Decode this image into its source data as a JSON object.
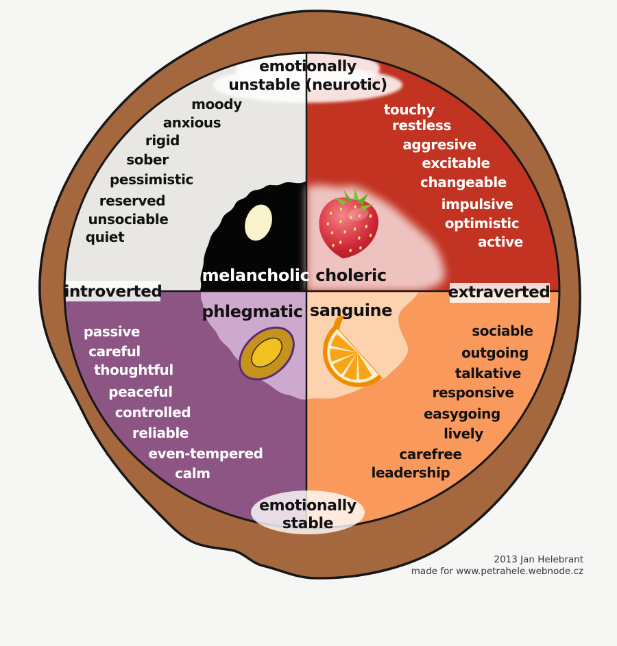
{
  "figure": {
    "type": "temperament-wheel-diagram",
    "axes": {
      "top_line1": "emotionally",
      "top_line2": "unstable (neurotic)",
      "bottom_line1": "emotionally",
      "bottom_line2": "stable",
      "left": "introverted",
      "right": "extraverted"
    },
    "quadrants": {
      "melancholic": {
        "label": "melancholic",
        "fill": "#e9e7e4",
        "label_color": "#ffffff",
        "trait_color": "#111111",
        "icon": "plum-icon",
        "traits": [
          "moody",
          "anxious",
          "rigid",
          "sober",
          "pessimistic",
          "reserved",
          "unsociable",
          "quiet"
        ]
      },
      "choleric": {
        "label": "choleric",
        "fill": "#c23321",
        "label_color": "#111111",
        "trait_color": "#ffffff",
        "icon": "strawberry-icon",
        "traits": [
          "touchy",
          "restless",
          "aggresive",
          "excitable",
          "changeable",
          "impulsive",
          "optimistic",
          "active"
        ]
      },
      "phlegmatic": {
        "label": "phlegmatic",
        "fill": "#8d5584",
        "label_color": "#111111",
        "trait_color": "#ffffff",
        "icon": "olive-icon",
        "traits": [
          "passive",
          "careful",
          "thoughtful",
          "peaceful",
          "controlled",
          "reliable",
          "even-tempered",
          "calm"
        ]
      },
      "sanguine": {
        "label": "sanguine",
        "fill": "#f9995c",
        "label_color": "#111111",
        "trait_color": "#111111",
        "icon": "orange-slice-icon",
        "traits": [
          "sociable",
          "outgoing",
          "talkative",
          "responsive",
          "easygoing",
          "lively",
          "carefree",
          "leadership"
        ]
      }
    },
    "colors": {
      "background": "#f6f6f5",
      "plate": "#a5673d",
      "outline": "#161616",
      "melancholic_cloud": "#050505",
      "choleric_cloud": "#eec3bf",
      "phlegmatic_cloud": "#cda9ce",
      "sanguine_cloud": "#fcd3ae"
    },
    "credit_line1": "2013 Jan Helebrant",
    "credit_line2": "made for www.petrahele.webnode.cz"
  }
}
